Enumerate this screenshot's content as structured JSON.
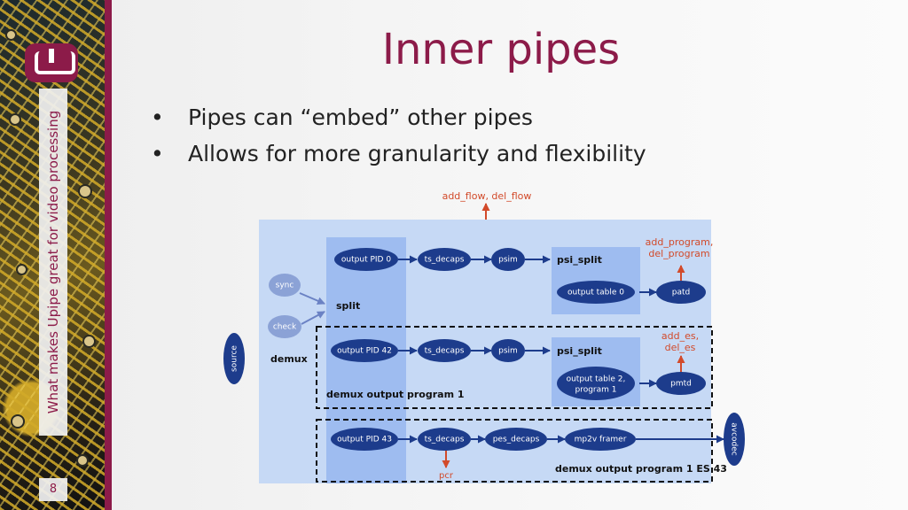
{
  "sidebar": {
    "vertical_title": "What makes Upipe great for video processing",
    "page_number": "8"
  },
  "slide": {
    "title": "Inner pipes",
    "bullets": [
      "Pipes can “embed” other pipes",
      "Allows for more granularity and flexibility"
    ]
  },
  "diagram": {
    "top_event": "add_flow, del_flow",
    "program_events": [
      "add_program,",
      "del_program"
    ],
    "es_events": [
      "add_es,",
      "del_es"
    ],
    "source": "source",
    "demux": "demux",
    "sync": "sync",
    "check": "check",
    "split": "split",
    "row1": {
      "pid": "output PID 0",
      "decaps": "ts_decaps",
      "psim": "psim",
      "psi_split": "psi_split",
      "table": "output table 0",
      "handler": "patd"
    },
    "row2": {
      "pid": "output PID 42",
      "decaps": "ts_decaps",
      "psim": "psim",
      "psi_split": "psi_split",
      "table_line1": "output table 2,",
      "table_line2": "program 1",
      "handler": "pmtd",
      "box_label": "demux output program 1"
    },
    "row3": {
      "pid": "output PID 43",
      "decaps": "ts_decaps",
      "pes": "pes_decaps",
      "framer": "mp2v framer",
      "pcr": "pcr",
      "box_label": "demux output program 1 ES 43"
    },
    "sink": "avcodec"
  },
  "colors": {
    "accent": "#8c1b49",
    "node": "#1d3c8c",
    "panel": "#c6d9f5",
    "inner": "#9ebcf0",
    "event": "#d24a2a"
  }
}
